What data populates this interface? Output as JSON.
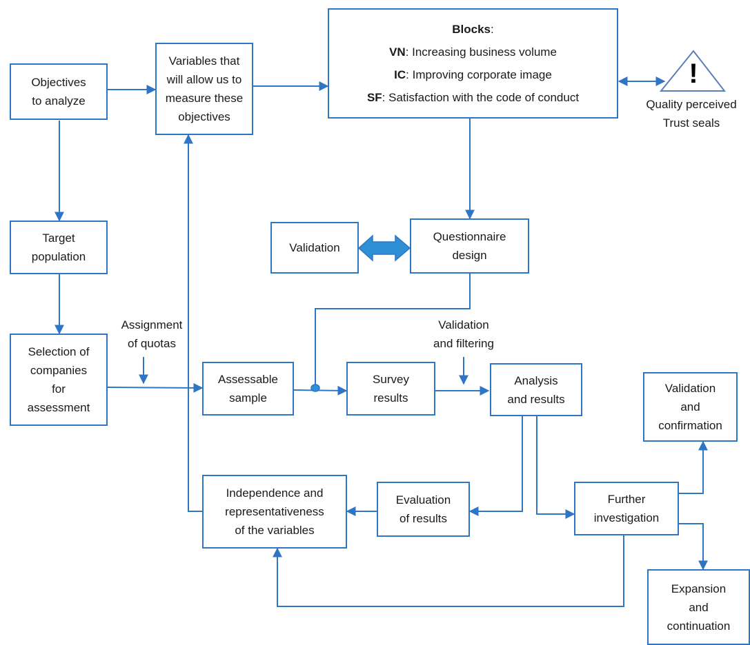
{
  "nodes": {
    "objectives": [
      "Objectives",
      "to analyze"
    ],
    "variables": [
      "Variables that",
      "will allow us to",
      "measure these",
      "objectives"
    ],
    "blocks": {
      "heading": "Blocks",
      "heading_colon": ":",
      "items": [
        {
          "code": "VN",
          "text": ": Increasing business volume"
        },
        {
          "code": "IC",
          "text": ": Improving corporate image"
        },
        {
          "code": "SF",
          "text": ": Satisfaction with the code of conduct"
        }
      ]
    },
    "warning_label": [
      "Quality perceived",
      "Trust seals"
    ],
    "warning_symbol": "!",
    "target_population": [
      "Target",
      "population"
    ],
    "validation": [
      "Validation"
    ],
    "questionnaire": [
      "Questionnaire",
      "design"
    ],
    "selection": [
      "Selection of",
      "companies",
      "for",
      "assessment"
    ],
    "assignment_quotas": [
      "Assignment",
      "of quotas"
    ],
    "validation_filtering": [
      "Validation",
      "and filtering"
    ],
    "assessable_sample": [
      "Assessable",
      "sample"
    ],
    "survey_results": [
      "Survey",
      "results"
    ],
    "analysis": [
      "Analysis",
      "and results"
    ],
    "validation_confirmation": [
      "Validation",
      "and",
      "confirmation"
    ],
    "independence": [
      "Independence and",
      "representativeness",
      "of the variables"
    ],
    "evaluation": [
      "Evaluation",
      "of results"
    ],
    "further": [
      "Further",
      "investigation"
    ],
    "expansion": [
      "Expansion",
      "and",
      "continuation"
    ]
  },
  "colors": {
    "box_border": "#2e75c4",
    "line": "#2e75c4",
    "double_arrow_fill": "#2f8fd6",
    "triangle": "#5a7fb5"
  },
  "icons": {
    "warning": "warning-triangle-icon",
    "double_arrow": "double-arrow-icon"
  }
}
